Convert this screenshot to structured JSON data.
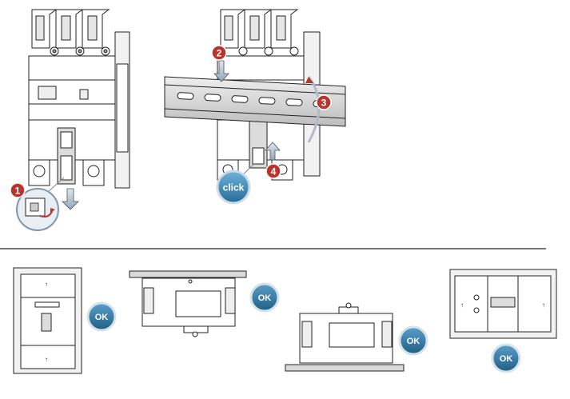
{
  "top_steps": [
    {
      "number": "1"
    },
    {
      "number": "2"
    },
    {
      "number": "3"
    },
    {
      "number": "4"
    }
  ],
  "click_label": "click",
  "ok_label": "OK",
  "colors": {
    "callout_red": "#b8342c",
    "ok_blue": "#1f5f86",
    "line": "#222222",
    "rail_fill": "#d9d9d9",
    "device_fill": "#ffffff",
    "panel_fill": "#f2f2f2"
  }
}
